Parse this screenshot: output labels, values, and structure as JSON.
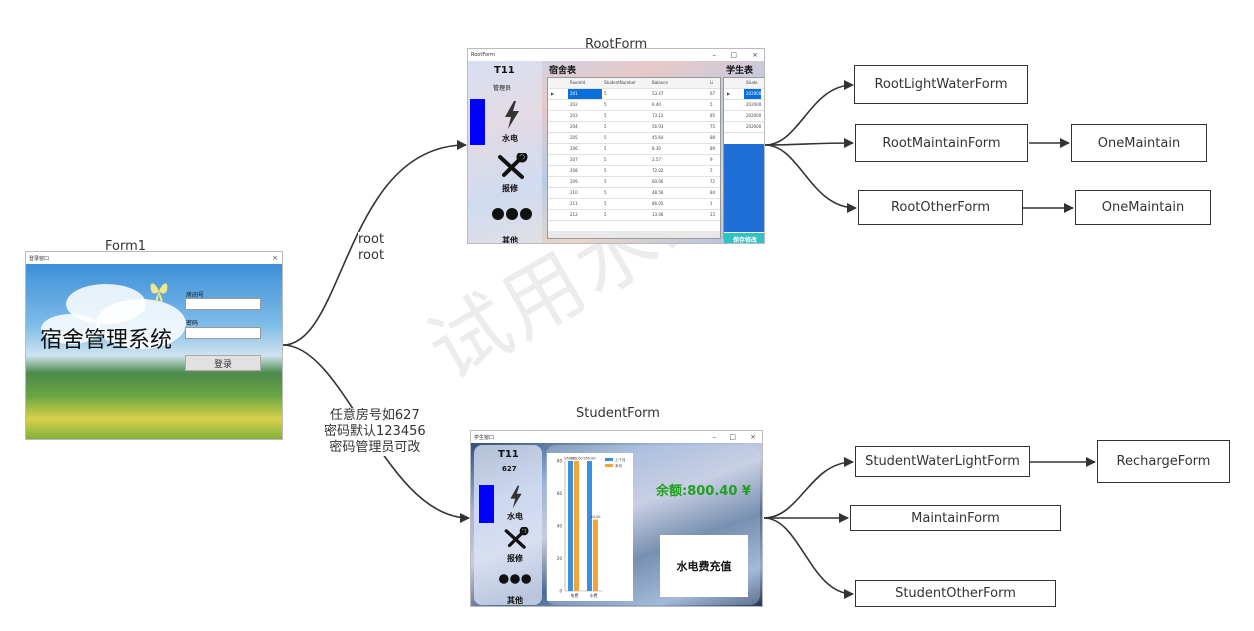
{
  "watermark": "试用水印",
  "captions": {
    "form1": "Form1",
    "root_form": "RootForm",
    "student_form": "StudentForm"
  },
  "edges": {
    "root_label_line1": "root",
    "root_label_line2": "root",
    "student_label_line1": "任意房号如627",
    "student_label_line2": "密码默认123456",
    "student_label_line3": "密码管理员可改"
  },
  "nodes": {
    "root_light_water": "RootLightWaterForm",
    "root_maintain": "RootMaintainForm",
    "root_other": "RootOtherForm",
    "one_maintain_1": "OneMaintain",
    "one_maintain_2": "OneMaintain",
    "student_water_light": "StudentWaterLightForm",
    "recharge": "RechargeForm",
    "maintain": "MaintainForm",
    "student_other": "StudentOtherForm"
  },
  "form1_window": {
    "title": "登录窗口",
    "close": "×",
    "app_title": "宿舍管理系统",
    "room_label": "房间号",
    "password_label": "密码",
    "login_button": "登录"
  },
  "root_window": {
    "title": "RootForm",
    "minimize": "–",
    "maximize": "□",
    "close": "×",
    "side_title": "T11",
    "side_role": "管理员",
    "menu_power": "水电",
    "menu_repair": "报修",
    "menu_other": "其他",
    "dorm_table_title": "宿舍表",
    "student_table_title": "学生表",
    "dorm_columns": [
      "RoomId",
      "StudentNumber",
      "Balance",
      "Li"
    ],
    "dorm_rows": [
      [
        "201",
        "5",
        "53.47",
        "67"
      ],
      [
        "202",
        "5",
        "6.40",
        "5"
      ],
      [
        "203",
        "5",
        "73.12",
        "85"
      ],
      [
        "204",
        "5",
        "56.93",
        "75"
      ],
      [
        "205",
        "5",
        "45.64",
        "88"
      ],
      [
        "206",
        "5",
        "8.30",
        "89"
      ],
      [
        "207",
        "5",
        "2.57",
        "9"
      ],
      [
        "208",
        "5",
        "72.02",
        "5"
      ],
      [
        "209",
        "5",
        "60.06",
        "72"
      ],
      [
        "210",
        "5",
        "48.56",
        "84"
      ],
      [
        "211",
        "5",
        "86.05",
        "1"
      ],
      [
        "212",
        "5",
        "13.06",
        "23"
      ]
    ],
    "student_column": "Stude",
    "student_rows": [
      "202000",
      "202000",
      "202000",
      "202000"
    ],
    "save_button": "保存修改"
  },
  "student_window": {
    "title": "学生窗口",
    "minimize": "–",
    "maximize": "□",
    "close": "×",
    "side_title": "T11",
    "side_room": "627",
    "menu_power": "水电",
    "menu_repair": "报修",
    "menu_other": "其他",
    "balance": "余额:800.40 ¥",
    "recharge_button": "水电费充值"
  },
  "chart_data": {
    "type": "bar",
    "categories": [
      "电费",
      "水费"
    ],
    "series": [
      {
        "name": "上个月",
        "values": [
          950.0,
          950.0
        ]
      },
      {
        "name": "本月",
        "values": [
          421.0,
          44.0
        ]
      }
    ],
    "data_labels": [
      "950.00",
      "950.00",
      "421.00",
      "44.00"
    ],
    "yticks": [
      "0",
      "20",
      "40",
      "60",
      "80"
    ],
    "colors": [
      "#3d8fe0",
      "#f5a43a"
    ],
    "legend": "top-right"
  }
}
